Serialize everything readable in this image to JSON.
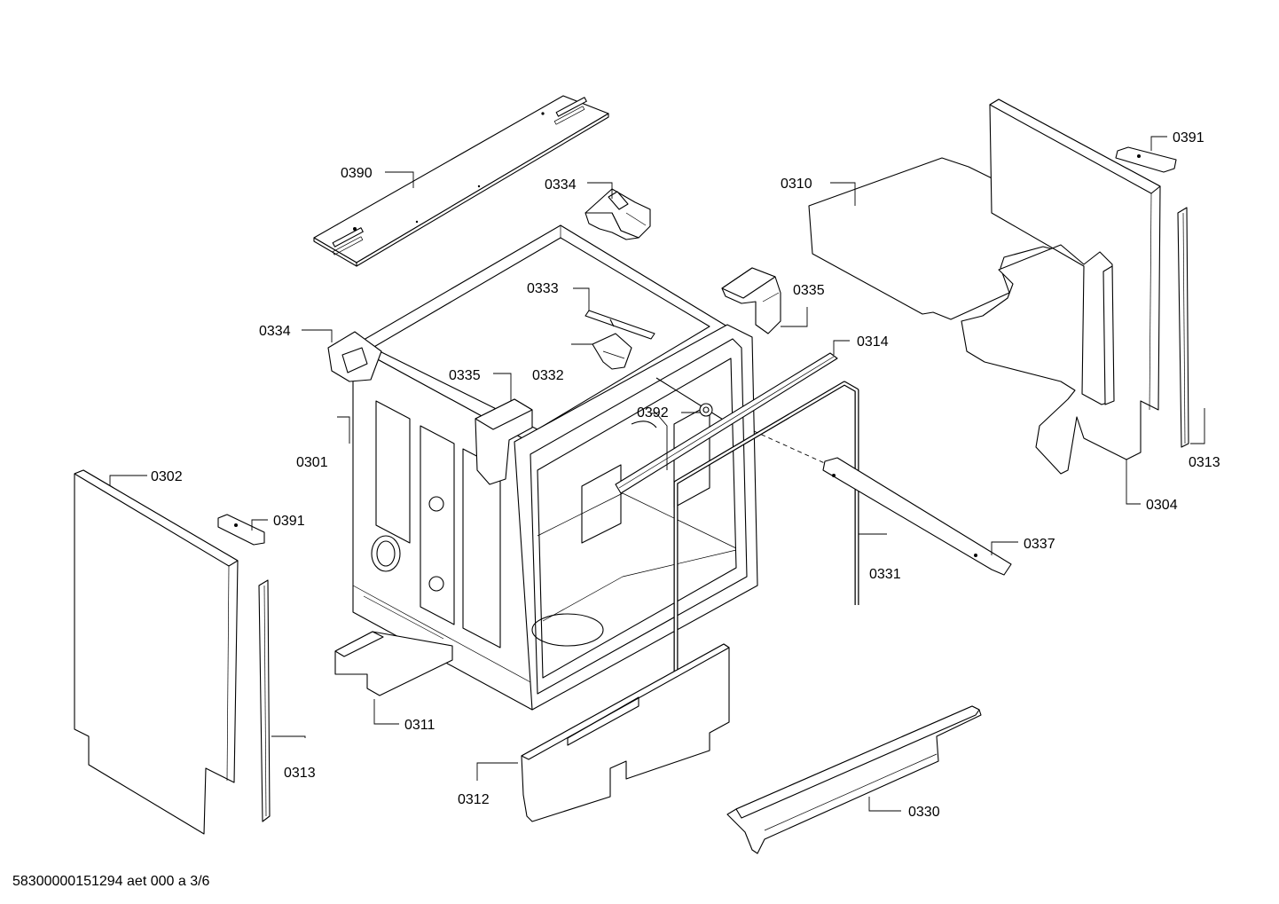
{
  "labels": {
    "p0390": "0390",
    "p0334_top": "0334",
    "p0334_left": "0334",
    "p0333": "0333",
    "p0332": "0332",
    "p0335_mid": "0335",
    "p0335_right": "0335",
    "p0301": "0301",
    "p0392": "0392",
    "p0314": "0314",
    "p0310": "0310",
    "p0391_top": "0391",
    "p0391_left": "0391",
    "p0313_right": "0313",
    "p0313_left": "0313",
    "p0304": "0304",
    "p0337": "0337",
    "p0331": "0331",
    "p0302": "0302",
    "p0311": "0311",
    "p0312": "0312",
    "p0330": "0330"
  },
  "footer": {
    "document_id": "58300000151294 aet 000 a 3/6"
  }
}
